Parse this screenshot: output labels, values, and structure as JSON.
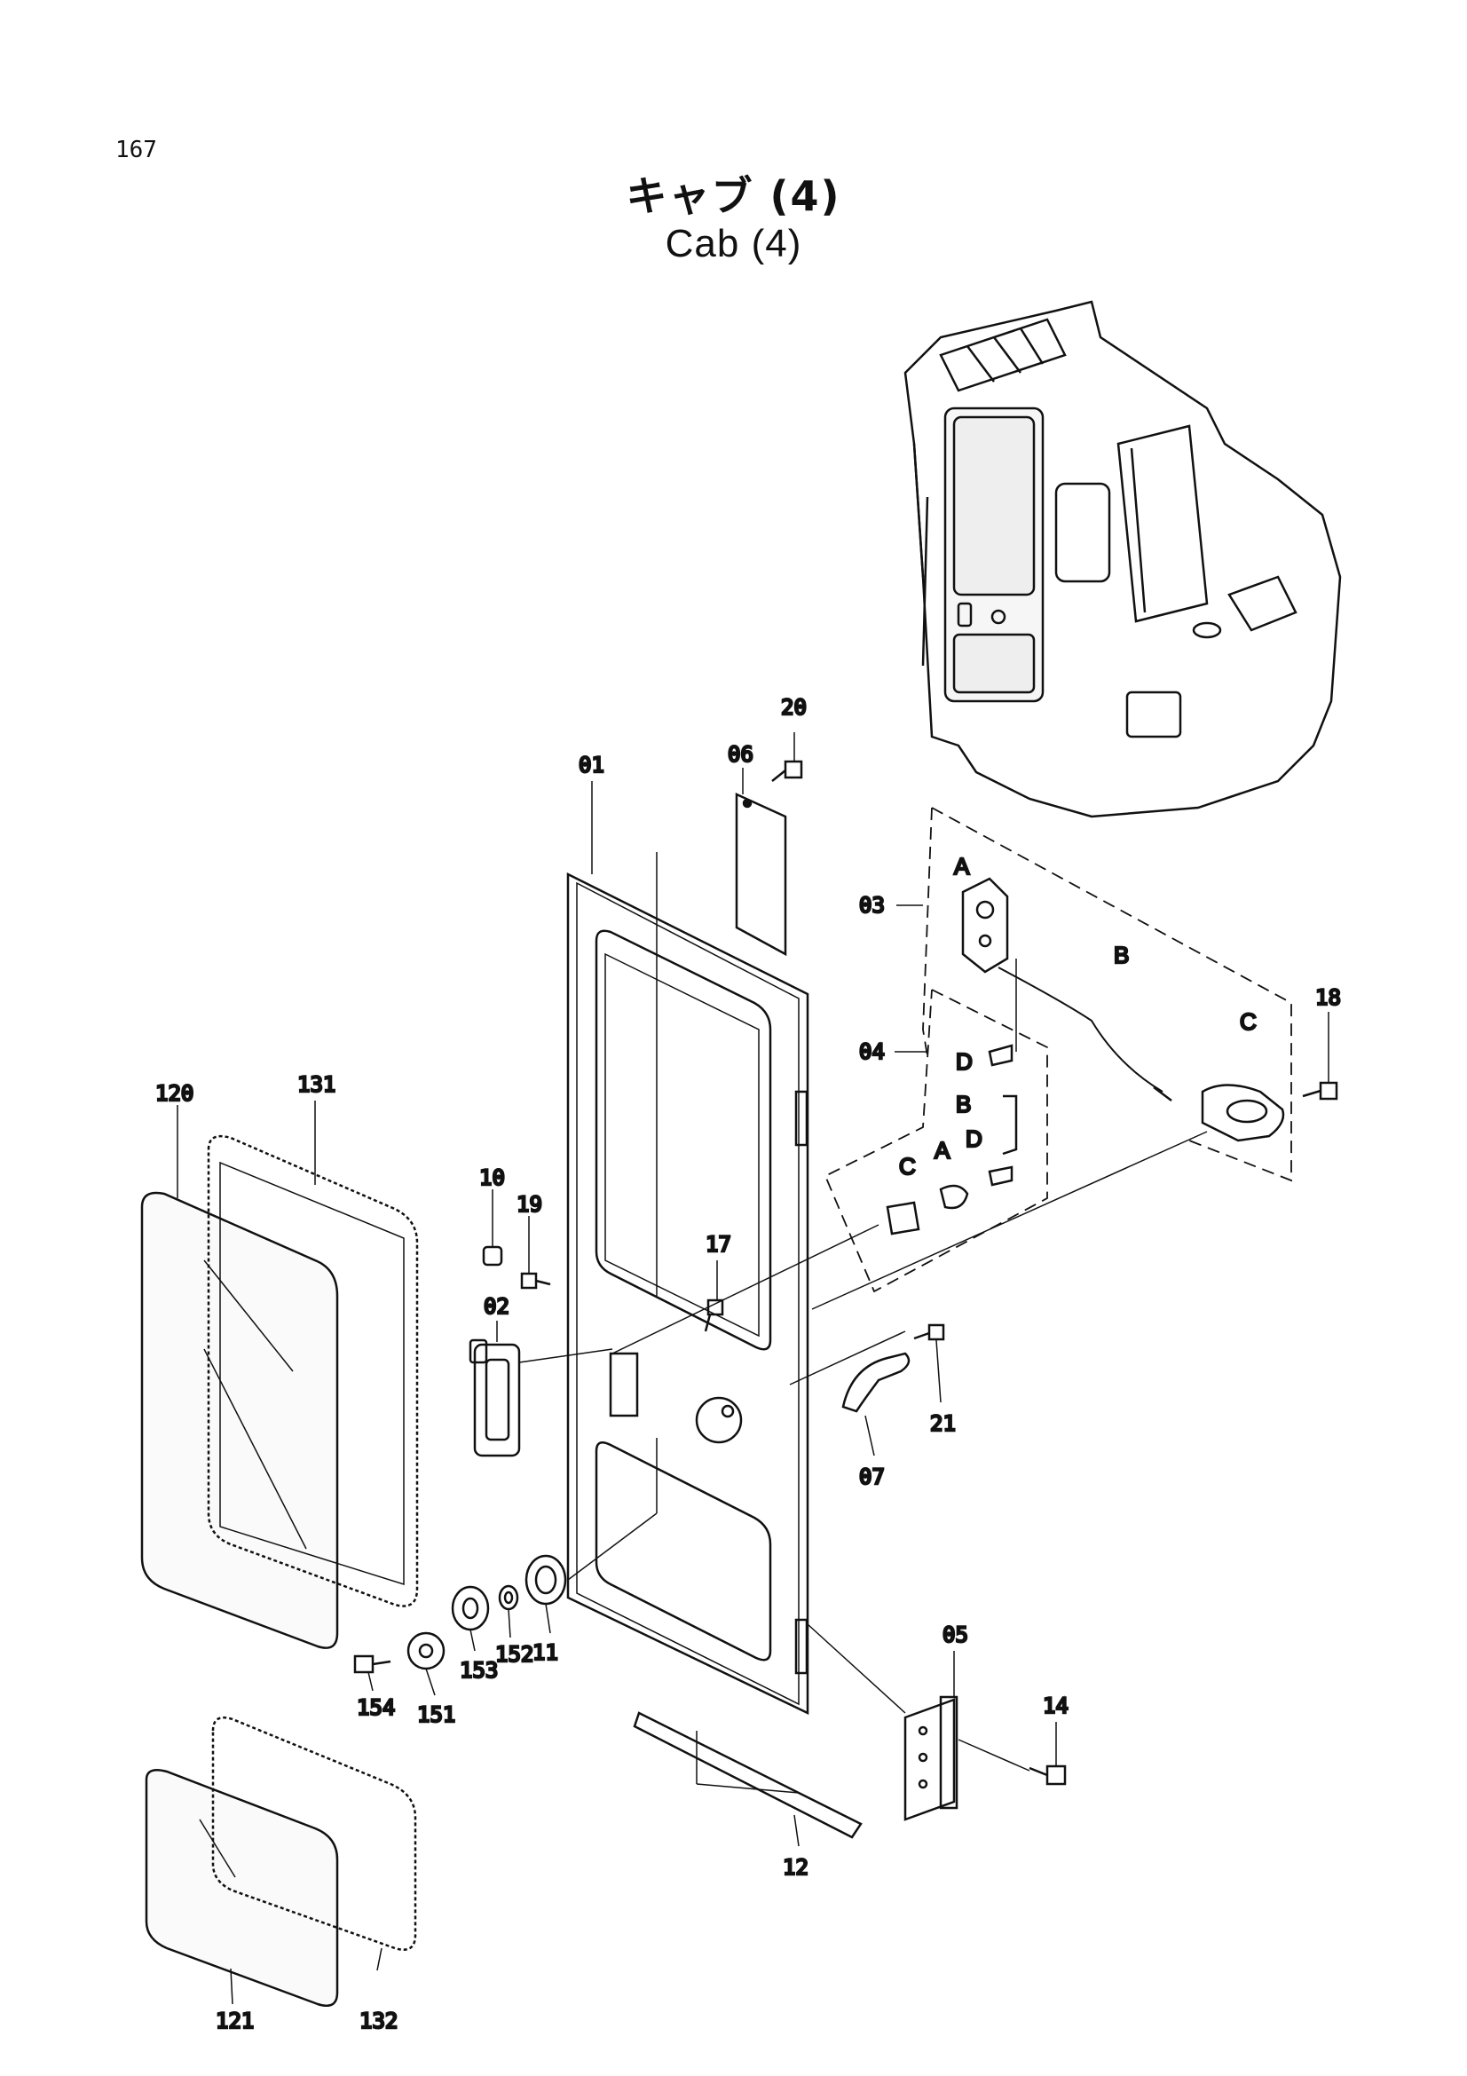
{
  "page_number": "167",
  "title_jp": "キャブ (4)",
  "title_en": "Cab (4)",
  "part_labels": {
    "p01": "01",
    "p02": "02",
    "p03": "03",
    "p04": "04",
    "p05": "05",
    "p06": "06",
    "p07": "07",
    "p10": "10",
    "p11": "11",
    "p12": "12",
    "p14": "14",
    "p17": "17",
    "p18": "18",
    "p19": "19",
    "p20": "20",
    "p21": "21",
    "p120": "120",
    "p121": "121",
    "p131": "131",
    "p132": "132",
    "p151": "151",
    "p152": "152",
    "p153": "153",
    "p154": "154"
  },
  "sub_labels": {
    "a1": "A",
    "b1": "B",
    "c1": "C",
    "d1": "D",
    "b2": "B",
    "d2": "D",
    "c2": "C",
    "a2": "A"
  }
}
